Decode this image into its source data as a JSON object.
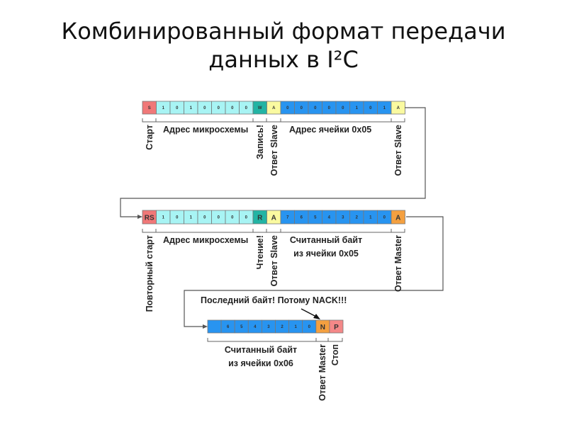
{
  "title": {
    "line1": "Комбинированный формат передачи",
    "line2": "данных в I²C"
  },
  "colors": {
    "start": "#f07878",
    "addr": "#a8f4f4",
    "rw": "#22b4a4",
    "ack_slave": "#fafaa0",
    "data": "#2894f0",
    "ack_master": "#f4a040",
    "stop": "#f48888"
  },
  "rows": [
    {
      "cells": [
        {
          "t": "S",
          "k": "start"
        },
        {
          "t": "1",
          "k": "addr"
        },
        {
          "t": "0",
          "k": "addr"
        },
        {
          "t": "1",
          "k": "addr"
        },
        {
          "t": "0",
          "k": "addr"
        },
        {
          "t": "0",
          "k": "addr"
        },
        {
          "t": "0",
          "k": "addr"
        },
        {
          "t": "0",
          "k": "addr"
        },
        {
          "t": "W",
          "k": "rw"
        },
        {
          "t": "A",
          "k": "ack_slave"
        },
        {
          "t": "0",
          "k": "data"
        },
        {
          "t": "0",
          "k": "data"
        },
        {
          "t": "0",
          "k": "data"
        },
        {
          "t": "0",
          "k": "data"
        },
        {
          "t": "0",
          "k": "data"
        },
        {
          "t": "1",
          "k": "data"
        },
        {
          "t": "0",
          "k": "data"
        },
        {
          "t": "1",
          "k": "data"
        },
        {
          "t": "A",
          "k": "ack_slave"
        }
      ],
      "labels": {
        "start": "Старт",
        "addr": "Адрес микросхемы",
        "write": "Запись!",
        "ack1": "Ответ Slave",
        "cell": "Адрес ячейки 0x05",
        "ack2": "Ответ Slave"
      }
    },
    {
      "cells": [
        {
          "t": "RS",
          "k": "start"
        },
        {
          "t": "1",
          "k": "addr"
        },
        {
          "t": "0",
          "k": "addr"
        },
        {
          "t": "1",
          "k": "addr"
        },
        {
          "t": "0",
          "k": "addr"
        },
        {
          "t": "0",
          "k": "addr"
        },
        {
          "t": "0",
          "k": "addr"
        },
        {
          "t": "0",
          "k": "addr"
        },
        {
          "t": "R",
          "k": "rw"
        },
        {
          "t": "A",
          "k": "ack_slave"
        },
        {
          "t": "7",
          "k": "data"
        },
        {
          "t": "6",
          "k": "data"
        },
        {
          "t": "5",
          "k": "data"
        },
        {
          "t": "4",
          "k": "data"
        },
        {
          "t": "3",
          "k": "data"
        },
        {
          "t": "2",
          "k": "data"
        },
        {
          "t": "1",
          "k": "data"
        },
        {
          "t": "0",
          "k": "data"
        },
        {
          "t": "A",
          "k": "ack_master"
        }
      ],
      "labels": {
        "restart": "Повторный старт",
        "addr": "Адрес микросхемы",
        "read": "Чтение!",
        "ack1": "Ответ Slave",
        "byte1": "Считанный байт",
        "byte2": "из ячейки 0x05",
        "ack2": "Ответ Master"
      }
    },
    {
      "cells": [
        {
          "t": "",
          "k": "data"
        },
        {
          "t": "6",
          "k": "data"
        },
        {
          "t": "5",
          "k": "data"
        },
        {
          "t": "4",
          "k": "data"
        },
        {
          "t": "3",
          "k": "data"
        },
        {
          "t": "2",
          "k": "data"
        },
        {
          "t": "1",
          "k": "data"
        },
        {
          "t": "0",
          "k": "data"
        },
        {
          "t": "N",
          "k": "ack_master"
        },
        {
          "t": "P",
          "k": "stop"
        }
      ],
      "labels": {
        "note": "Последний байт! Потому NACK!!!",
        "byte1": "Считанный байт",
        "byte2": "из ячейки 0x06",
        "ack": "Ответ Master",
        "stop": "Стоп"
      }
    }
  ]
}
